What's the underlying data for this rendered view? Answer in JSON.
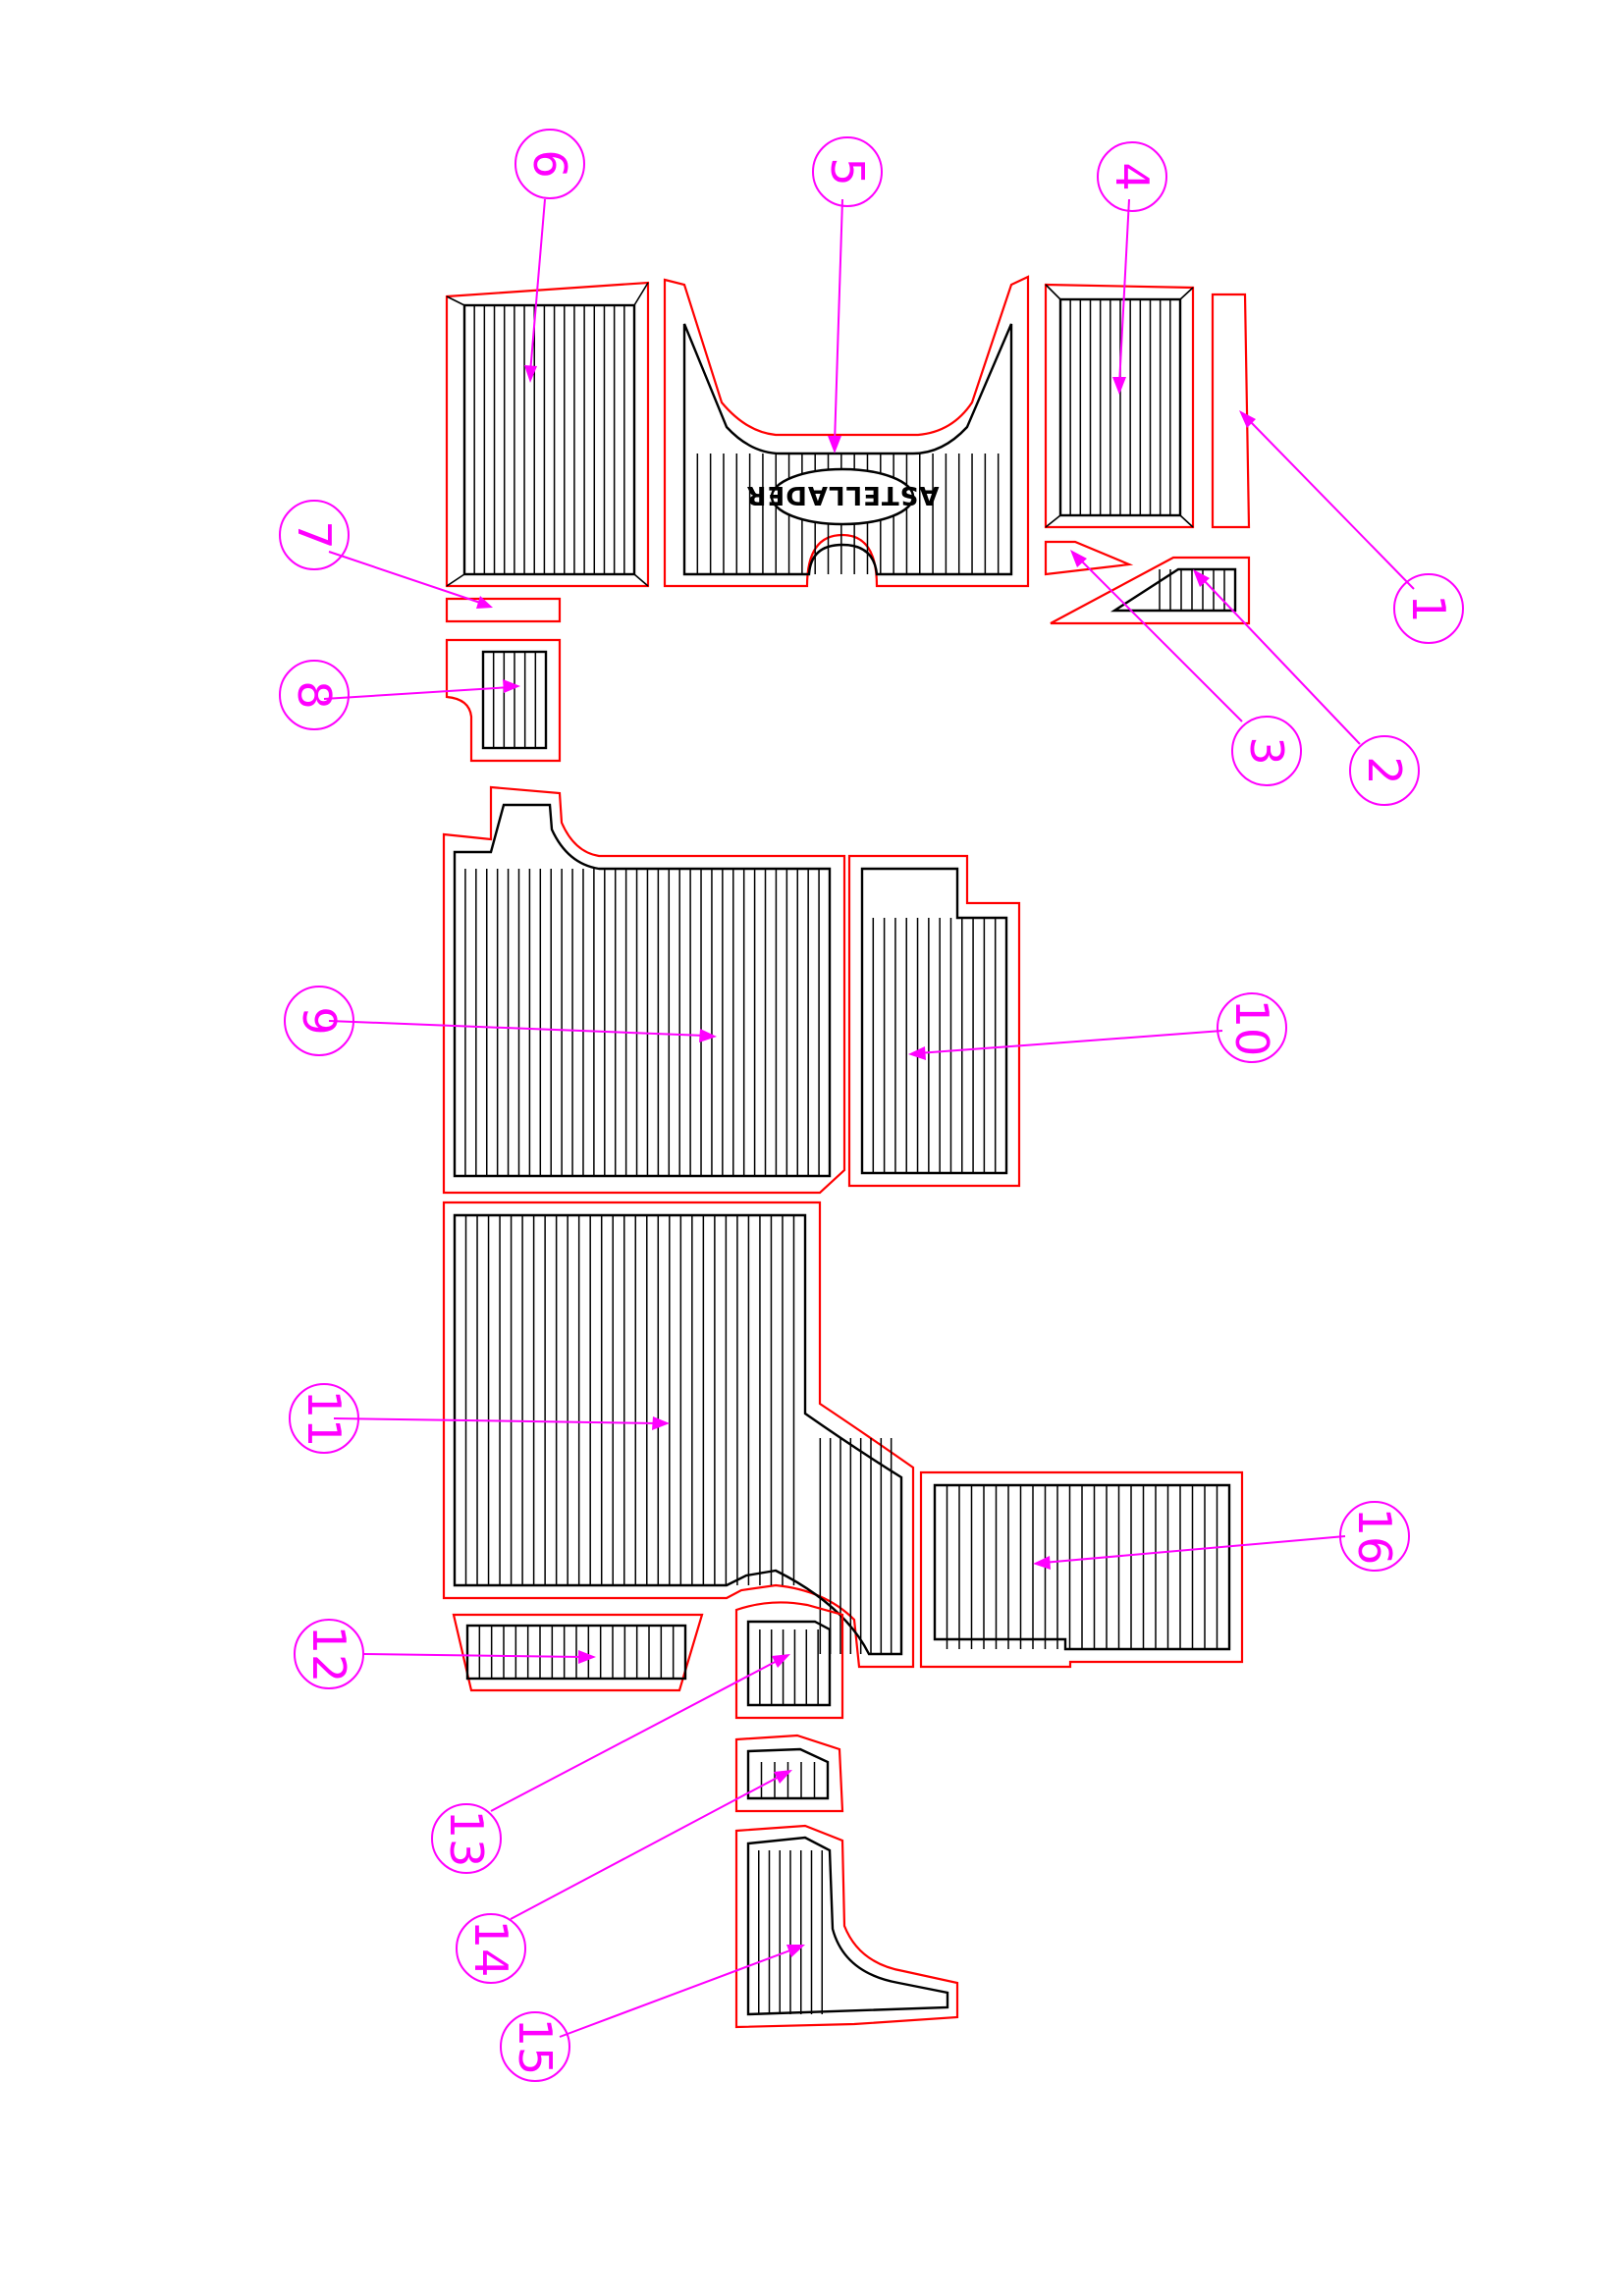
{
  "colors": {
    "cut_outline": "#ff0000",
    "groove_lines": "#000000",
    "callout": "#ff00ff",
    "background": "#ffffff"
  },
  "logo_text": "ASTELLADER",
  "callouts": [
    {
      "id": "1",
      "label": "1"
    },
    {
      "id": "2",
      "label": "2"
    },
    {
      "id": "3",
      "label": "3"
    },
    {
      "id": "4",
      "label": "4"
    },
    {
      "id": "5",
      "label": "5"
    },
    {
      "id": "6",
      "label": "6"
    },
    {
      "id": "7",
      "label": "7"
    },
    {
      "id": "8",
      "label": "8"
    },
    {
      "id": "9",
      "label": "9"
    },
    {
      "id": "10",
      "label": "10"
    },
    {
      "id": "11",
      "label": "11"
    },
    {
      "id": "12",
      "label": "12"
    },
    {
      "id": "13",
      "label": "13"
    },
    {
      "id": "14",
      "label": "14"
    },
    {
      "id": "15",
      "label": "15"
    },
    {
      "id": "16",
      "label": "16"
    }
  ]
}
